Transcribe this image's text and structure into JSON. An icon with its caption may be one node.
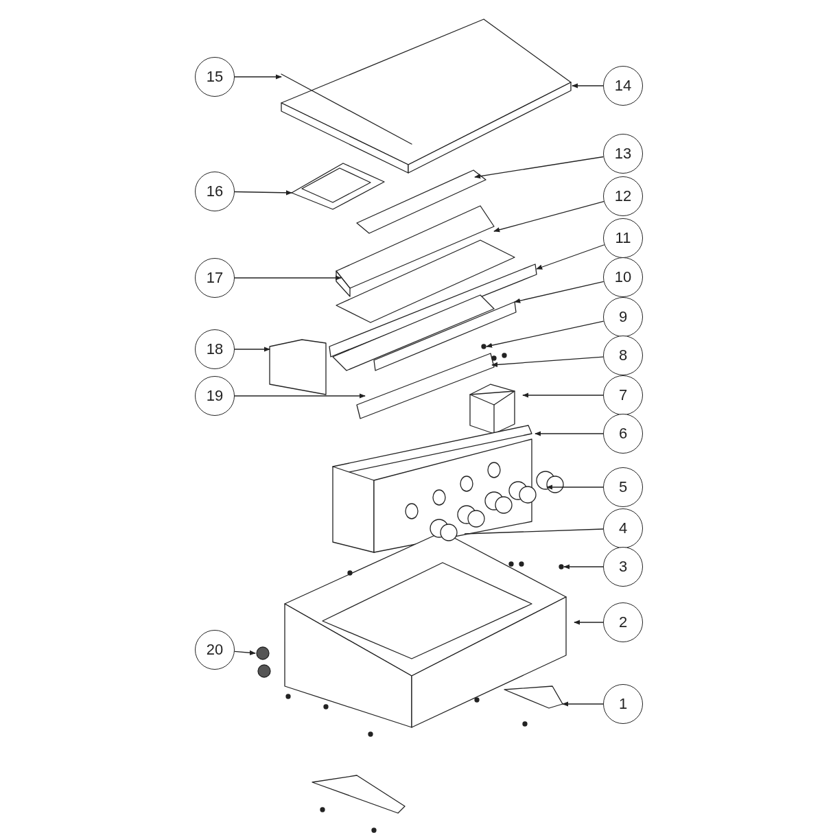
{
  "diagram": {
    "nodes": [
      {
        "text": [
          "15"
        ]
      },
      {
        "text": [
          "14"
        ]
      },
      {
        "text": [
          "16"
        ]
      },
      {
        "text": [
          "13"
        ]
      },
      {
        "text": [
          "12"
        ]
      },
      {
        "text": [
          "17"
        ]
      },
      {
        "text": [
          "11"
        ]
      },
      {
        "text": [
          "10"
        ]
      },
      {
        "text": [
          "9"
        ]
      },
      {
        "text": [
          "18"
        ]
      },
      {
        "text": [
          "8"
        ]
      },
      {
        "text": [
          "19"
        ]
      },
      {
        "text": [
          "7"
        ]
      },
      {
        "text": [
          "6"
        ]
      },
      {
        "text": [
          "5"
        ]
      },
      {
        "text": [
          "4"
        ]
      },
      {
        "text": [
          "3"
        ]
      },
      {
        "text": [
          "2"
        ]
      },
      {
        "text": [
          "20"
        ]
      },
      {
        "text": [
          "1"
        ]
      }
    ],
    "edges": [
      {
        "from": 0,
        "to": null,
        "arrow": "to"
      },
      {
        "from": 1,
        "to": null,
        "arrow": "to"
      },
      {
        "from": 2,
        "to": null,
        "arrow": "to"
      },
      {
        "from": 3,
        "to": null,
        "arrow": "to"
      },
      {
        "from": 4,
        "to": null,
        "arrow": "to"
      },
      {
        "from": 5,
        "to": null,
        "arrow": "to"
      },
      {
        "from": 6,
        "to": null,
        "arrow": "to"
      },
      {
        "from": 7,
        "to": null,
        "arrow": "to"
      },
      {
        "from": 8,
        "to": null,
        "arrow": "to"
      },
      {
        "from": 9,
        "to": null,
        "arrow": "to"
      },
      {
        "from": 10,
        "to": null,
        "arrow": "to"
      },
      {
        "from": 11,
        "to": null,
        "arrow": "to"
      },
      {
        "from": 12,
        "to": null,
        "arrow": "to"
      },
      {
        "from": 13,
        "to": null,
        "arrow": "to"
      },
      {
        "from": 14,
        "to": null,
        "arrow": "to"
      },
      {
        "from": 15,
        "to": null,
        "arrow": "none"
      },
      {
        "from": 16,
        "to": null,
        "arrow": "to"
      },
      {
        "from": 17,
        "to": null,
        "arrow": "to"
      },
      {
        "from": 18,
        "to": null,
        "arrow": "to"
      },
      {
        "from": 19,
        "to": null,
        "arrow": "to"
      }
    ]
  }
}
